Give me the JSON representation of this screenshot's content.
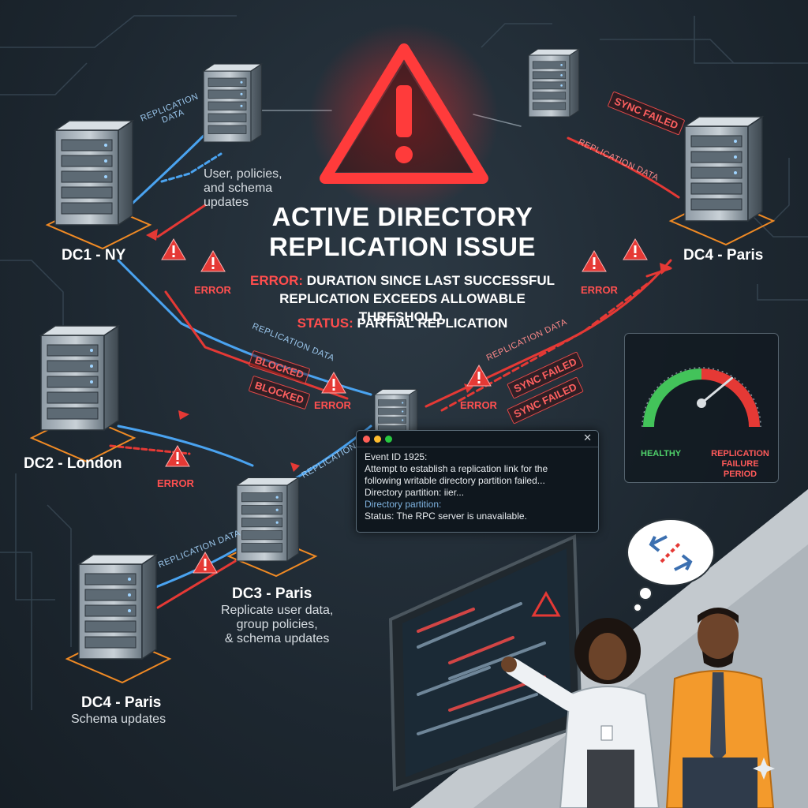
{
  "diagram": {
    "title_line1": "ACTIVE DIRECTORY",
    "title_line2": "REPLICATION ISSUE",
    "error_prefix": "ERROR:",
    "error_text_line1": "DURATION SINCE LAST SUCCESSFUL",
    "error_text_line2": "REPLICATION EXCEEDS ALLOWABLE THRESHOLD.",
    "status_prefix": "STATUS:",
    "status_text": "PARTIAL REPLICATION"
  },
  "servers": {
    "dc1": {
      "name": "DC1 - NY"
    },
    "top_center": {
      "desc_line1": "User, policies,",
      "desc_line2": "and schema",
      "desc_line3": "updates"
    },
    "dc4_top": {
      "name": "DC4 - Paris"
    },
    "dc2": {
      "name": "DC2 - London"
    },
    "dc3": {
      "name": "DC3 - Paris",
      "desc_line1": "Replicate user data,",
      "desc_line2": "group policies,",
      "desc_line3": "& schema updates"
    },
    "dc4_bottom": {
      "name": "DC4 - Paris",
      "desc": "Schema updates"
    }
  },
  "flow_labels": {
    "replication_data": "REPLICATION DATA",
    "replication_data_top": "REPLICATION\nDATA",
    "replication": "REPLICATION",
    "blocked": "BLOCKED",
    "sync_failed": "SYNC FAILED",
    "error": "ERROR"
  },
  "event_window": {
    "line1": "Event ID 1925:",
    "line2": "Attempt to establish a replication link for the",
    "line3": "following writable directory partition failed...",
    "line4": "Directory partition: iier...",
    "line5": "Directory partition:",
    "line6": "Status: The RPC server is unavailable.",
    "close": "✕"
  },
  "gauge": {
    "healthy_label": "HEALTHY",
    "failure_label": "REPLICATION FAILURE PERIOD",
    "level_fraction": 0.78
  },
  "colors": {
    "error_red": "#e53935",
    "healthy_green": "#43c35a",
    "flow_blue": "#4aa3f0",
    "background": "#1f2a33"
  }
}
